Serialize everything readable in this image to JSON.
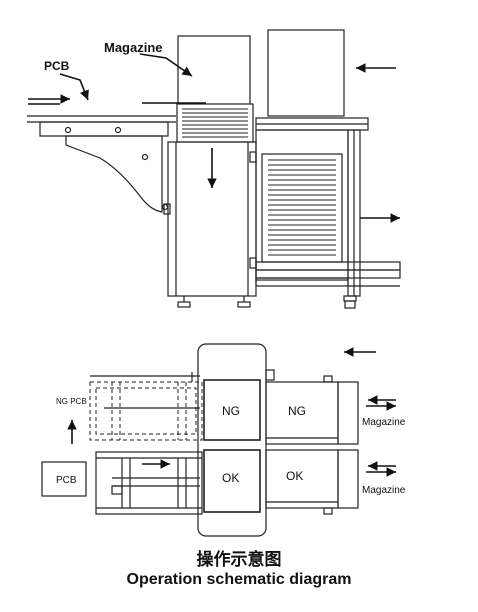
{
  "top_view": {
    "pcb_label": "PCB",
    "magazine_label": "Magazine"
  },
  "bottom_view": {
    "ng_pcb_label": "NG PCB",
    "pcb_box_label": "PCB",
    "ng_left_label": "NG",
    "ng_right_label": "NG",
    "ok_left_label": "OK",
    "ok_right_label": "OK",
    "magazine_upper_label": "Magazine",
    "magazine_lower_label": "Magazine"
  },
  "caption": {
    "chinese": "操作示意图",
    "english": "Operation schematic diagram"
  }
}
